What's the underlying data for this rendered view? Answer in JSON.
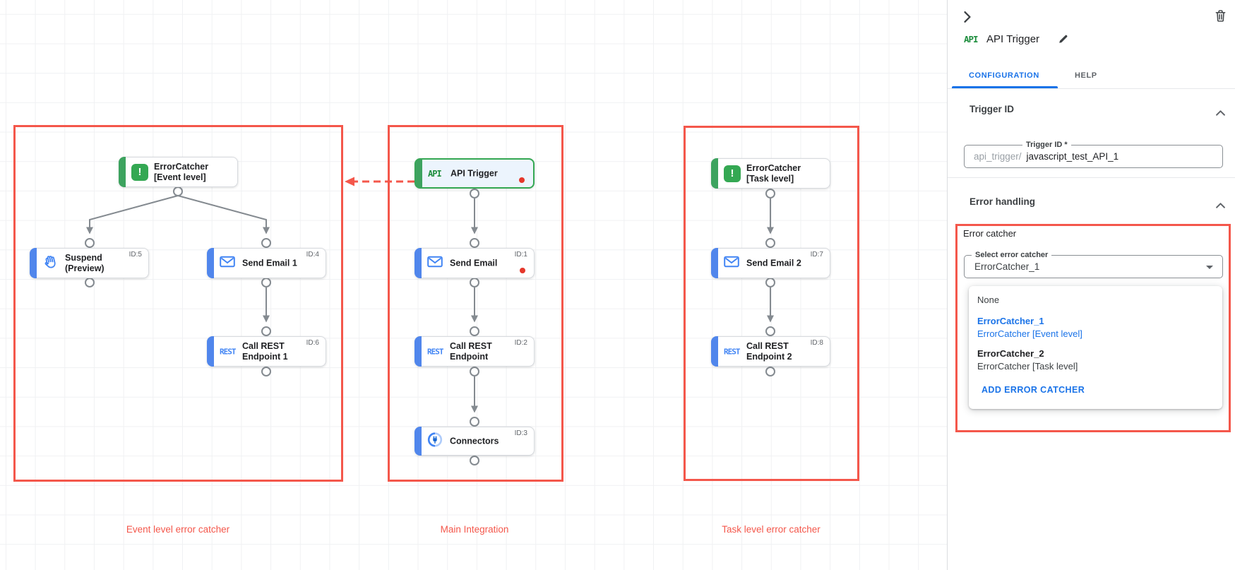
{
  "colors": {
    "annotation_red": "#f4574b",
    "node_blue": "#5086ec",
    "icon_blue": "#4285f4",
    "green": "#34a853",
    "link_blue": "#1a73e8",
    "alert_red": "#e5372b"
  },
  "canvas": {
    "groups": [
      {
        "label": "Event level error catcher"
      },
      {
        "label": "Main Integration"
      },
      {
        "label": "Task level error catcher"
      }
    ],
    "nodes": [
      {
        "line1": "ErrorCatcher",
        "line2": "[Event level]",
        "id": "",
        "icon_text": "!"
      },
      {
        "line1": "Suspend",
        "line2": "(Preview)",
        "id": "ID:5",
        "icon_text": ""
      },
      {
        "line1": "Send Email 1",
        "line2": "",
        "id": "ID:4",
        "icon_text": ""
      },
      {
        "line1": "Call REST",
        "line2": "Endpoint 1",
        "id": "ID:6",
        "icon_text": "REST"
      },
      {
        "line1": "API Trigger",
        "line2": "",
        "id": "",
        "icon_text": "API"
      },
      {
        "line1": "Send Email",
        "line2": "",
        "id": "ID:1",
        "icon_text": ""
      },
      {
        "line1": "Call REST",
        "line2": "Endpoint",
        "id": "ID:2",
        "icon_text": "REST"
      },
      {
        "line1": "Connectors",
        "line2": "",
        "id": "ID:3",
        "icon_text": ""
      },
      {
        "line1": "ErrorCatcher",
        "line2": "[Task level]",
        "id": "",
        "icon_text": "!"
      },
      {
        "line1": "Send Email 2",
        "line2": "",
        "id": "ID:7",
        "icon_text": ""
      },
      {
        "line1": "Call REST",
        "line2": "Endpoint 2",
        "id": "ID:8",
        "icon_text": "REST"
      }
    ]
  },
  "panel": {
    "header": {
      "badge": "API",
      "title": "API Trigger"
    },
    "tabs": [
      {
        "label": "CONFIGURATION"
      },
      {
        "label": "HELP"
      }
    ],
    "trigger_section": {
      "title": "Trigger ID",
      "field_label": "Trigger ID *",
      "prefix": "api_trigger/",
      "value": "javascript_test_API_1"
    },
    "error_section": {
      "title": "Error handling",
      "group_label": "Error catcher",
      "select_label": "Select error catcher",
      "select_value": "ErrorCatcher_1",
      "menu": {
        "none_label": "None",
        "items": [
          {
            "name": "ErrorCatcher_1",
            "desc": "ErrorCatcher [Event level]"
          },
          {
            "name": "ErrorCatcher_2",
            "desc": "ErrorCatcher [Task level]"
          }
        ],
        "add_label": "ADD ERROR CATCHER"
      }
    }
  }
}
